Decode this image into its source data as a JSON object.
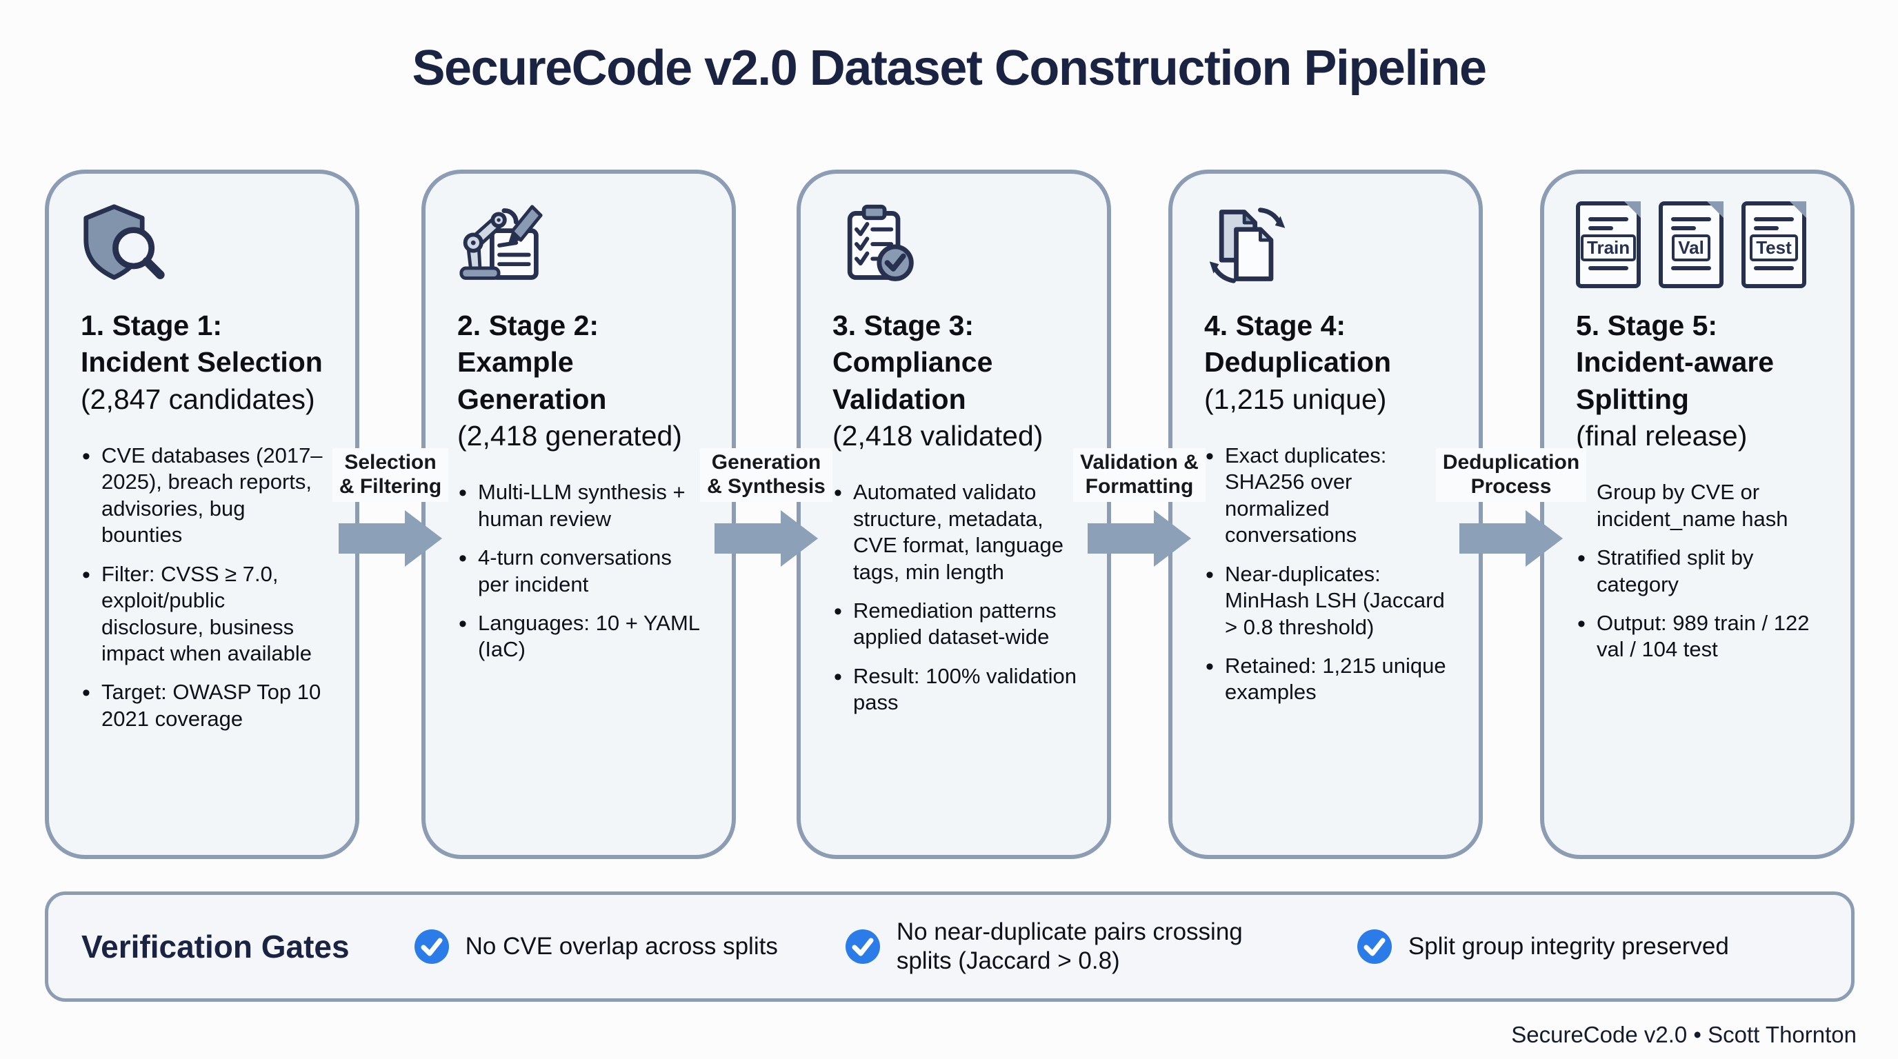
{
  "title": "SecureCode v2.0 Dataset Construction Pipeline",
  "stages": [
    {
      "icon": "shield-magnifier-icon",
      "title_lines": [
        "1. Stage 1:",
        "Incident Selection"
      ],
      "subtitle": "(2,847 candidates)",
      "bullets": [
        "CVE databases (2017–2025), breach reports, advisories, bug bounties",
        "Filter: CVSS ≥ 7.0, exploit/public disclosure, business impact when available",
        "Target: OWASP Top 10 2021 coverage"
      ]
    },
    {
      "icon": "robot-writing-icon",
      "title_lines": [
        "2. Stage 2:",
        "Example",
        "Generation"
      ],
      "subtitle": "(2,418 generated)",
      "bullets": [
        "Multi-LLM synthesis + human review",
        "4-turn conversations per incident",
        "Languages: 10 + YAML (IaC)"
      ]
    },
    {
      "icon": "clipboard-checklist-icon",
      "title_lines": [
        "3. Stage 3:",
        "Compliance",
        "Validation"
      ],
      "subtitle": "(2,418 validated)",
      "bullets": [
        "Automated validato structure, metadata, CVE format, language tags, min length",
        "Remediation patterns applied dataset-wide",
        "Result: 100% validation pass"
      ]
    },
    {
      "icon": "duplicate-documents-icon",
      "title_lines": [
        "4. Stage 4:",
        "Deduplication"
      ],
      "subtitle": "(1,215 unique)",
      "bullets": [
        "Exact duplicates: SHA256 over normalized conversations",
        "Near-duplicates: MinHash LSH (Jaccard > 0.8 threshold)",
        "Retained: 1,215 unique examples"
      ]
    },
    {
      "icon": "train-val-test-documents-icon",
      "title_lines": [
        "5. Stage 5:",
        "Incident-aware",
        "Splitting"
      ],
      "subtitle": "(final release)",
      "bullets": [
        "Group by CVE or incident_name hash",
        "Stratified split by category",
        "Output: 989 train / 122 val / 104 test"
      ]
    }
  ],
  "split_labels": [
    "Train",
    "Val",
    "Test"
  ],
  "connectors": [
    {
      "label_lines": [
        "Selection",
        "& Filtering"
      ]
    },
    {
      "label_lines": [
        "Generation",
        "& Synthesis"
      ]
    },
    {
      "label_lines": [
        "Validation &",
        "Formatting"
      ]
    },
    {
      "label_lines": [
        "Deduplication",
        "Process"
      ]
    }
  ],
  "verification": {
    "title": "Verification Gates",
    "gates": [
      "No CVE overlap across splits",
      "No near-duplicate pairs crossing splits (Jaccard > 0.8)",
      "Split group integrity preserved"
    ]
  },
  "credit": "SecureCode v2.0 • Scott Thornton",
  "colors": {
    "title_navy": "#1b2342",
    "box_border": "#8b9cb3",
    "box_fill": "#f3f6f9",
    "arrow_fill": "#8ca0b8",
    "icon_stroke_navy": "#27304f",
    "icon_mid_fill": "#8a9ab2",
    "icon_light_fill": "#cfd7e2",
    "check_blue": "#2b7ce9",
    "text_black": "#0e1117"
  }
}
